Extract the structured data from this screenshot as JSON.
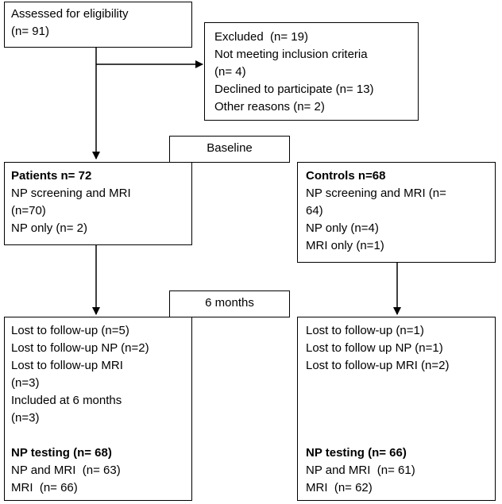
{
  "assessed": {
    "lines": [
      "Assessed for eligibility",
      "(n= 91)"
    ]
  },
  "excluded": {
    "lines": [
      "Excluded  (n= 19)",
      "Not meeting inclusion criteria",
      "(n= 4)",
      "Declined to participate (n= 13)",
      "Other reasons (n= 2)"
    ]
  },
  "baseline_label": "Baseline",
  "six_months_label": "6 months",
  "patients": {
    "title": "Patients n= 72",
    "lines": [
      "NP screening and MRI",
      "(n=70)",
      "NP only (n= 2)"
    ]
  },
  "controls": {
    "title": "Controls n=68",
    "lines": [
      "NP screening and MRI (n=",
      "64)",
      "NP only (n=4)",
      "MRI only (n=1)"
    ]
  },
  "patients_followup": {
    "lines": [
      "Lost to follow-up (n=5)",
      "Lost to follow-up NP (n=2)",
      "Lost to follow-up MRI",
      "(n=3)",
      "Included at 6 months",
      "(n=3)"
    ],
    "summary_title": "NP testing (n= 68)",
    "summary_lines": [
      "NP and MRI  (n= 63)",
      "MRI  (n= 66)"
    ]
  },
  "controls_followup": {
    "lines": [
      "Lost to follow-up (n=1)",
      "Lost to follow up NP (n=1)",
      "Lost to follow-up MRI (n=2)"
    ],
    "summary_title": "NP testing (n= 66)",
    "summary_lines": [
      "NP and MRI  (n= 61)",
      "MRI  (n= 62)"
    ]
  }
}
